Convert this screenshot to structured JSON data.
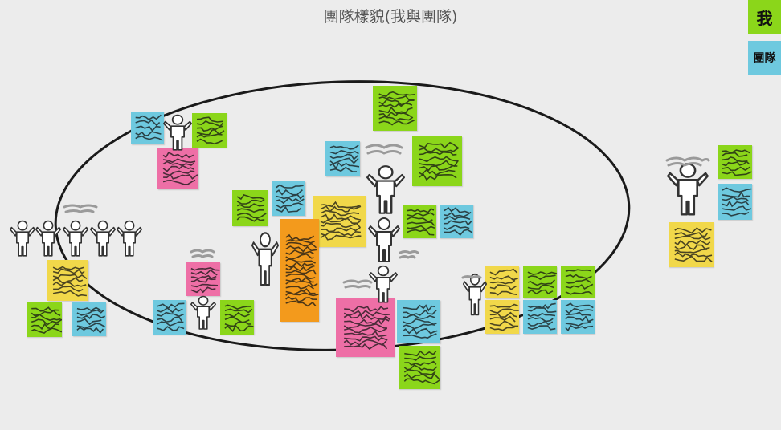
{
  "title": "團隊樣貌(我與團隊)",
  "legend": {
    "me": {
      "label": "我",
      "color": "#8bd61a"
    },
    "team": {
      "label": "團隊",
      "color": "#6ec9df"
    }
  },
  "colors": {
    "green": "#8bd61a",
    "blue": "#6ec9df",
    "pink": "#ee6fa6",
    "yellow": "#f1d84a",
    "orange": "#f39a1c",
    "ink": "#222222",
    "background": "#ececec"
  },
  "icons": [
    "person-icon",
    "scribble-icon"
  ]
}
